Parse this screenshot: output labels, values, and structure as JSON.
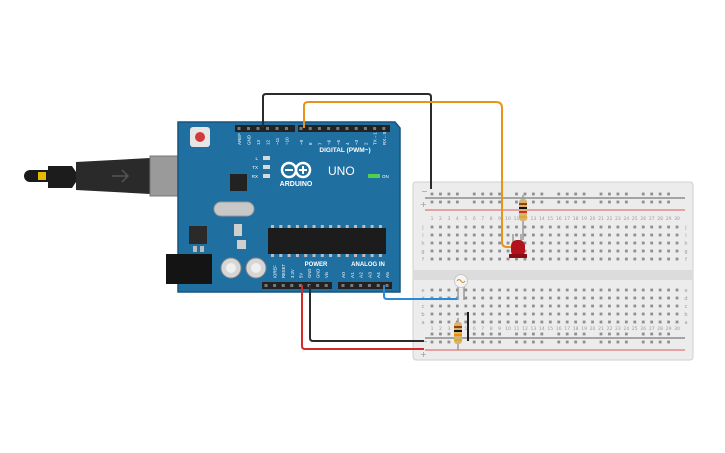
{
  "arduino": {
    "brand": "ARDUINO",
    "model": "UNO",
    "digital_header_label": "DIGITAL (PWM~)",
    "power_label": "POWER",
    "analog_label": "ANALOG IN",
    "on_label": "ON",
    "led_labels": [
      "L",
      "TX",
      "RX"
    ],
    "top_pin_labels": [
      "AREF",
      "GND",
      "13",
      "12",
      "~11",
      "~10",
      "~9",
      "8",
      "7",
      "~6",
      "~5",
      "4",
      "~3",
      "2",
      "TX→1",
      "RX←0"
    ],
    "power_pin_labels": [
      "IOREF",
      "RESET",
      "3.3V",
      "5V",
      "GND",
      "GND",
      "Vin"
    ],
    "analog_pin_labels": [
      "A0",
      "A1",
      "A2",
      "A3",
      "A4",
      "A5"
    ]
  },
  "breadboard": {
    "column_numbers": [
      "1",
      "2",
      "3",
      "4",
      "5",
      "6",
      "7",
      "8",
      "9",
      "10",
      "11",
      "12",
      "13",
      "14",
      "15",
      "16",
      "17",
      "18",
      "19",
      "20",
      "21",
      "22",
      "23",
      "24",
      "25",
      "26",
      "27",
      "28",
      "29",
      "30"
    ],
    "top_row_letters": [
      "j",
      "i",
      "h",
      "g",
      "f"
    ],
    "bottom_row_letters": [
      "e",
      "d",
      "c",
      "b",
      "a"
    ],
    "rail_minus": "−",
    "rail_plus": "+"
  },
  "colors": {
    "board": "#1f6fa1",
    "board_edge": "#16557d",
    "wire_black": "#2b2b2b",
    "wire_orange": "#e8931c",
    "wire_red": "#d42a2a",
    "wire_blue": "#2a8ad4",
    "led_red": "#b3131b",
    "resistor_body": "#d9b26b"
  }
}
